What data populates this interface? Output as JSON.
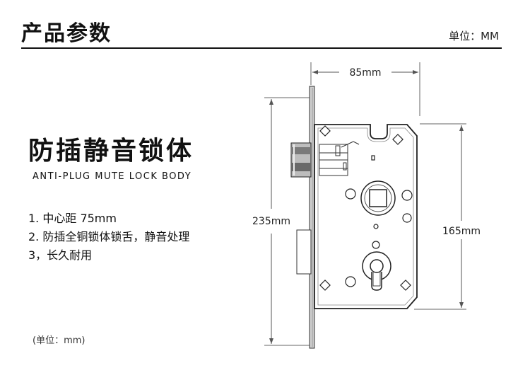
{
  "header": {
    "title": "产品参数",
    "unit": "单位：MM"
  },
  "product": {
    "title": "防插静音锁体",
    "subtitle": "ANTI-PLUG MUTE LOCK BODY",
    "features": [
      "1. 中心距 75mm",
      "2. 防插全铜锁体锁舌，静音处理",
      "3，长久耐用"
    ],
    "footnote": "(单位：mm)"
  },
  "diagram": {
    "width_dim": "85mm",
    "height_dim": "235mm",
    "case_dim": "165mm"
  }
}
